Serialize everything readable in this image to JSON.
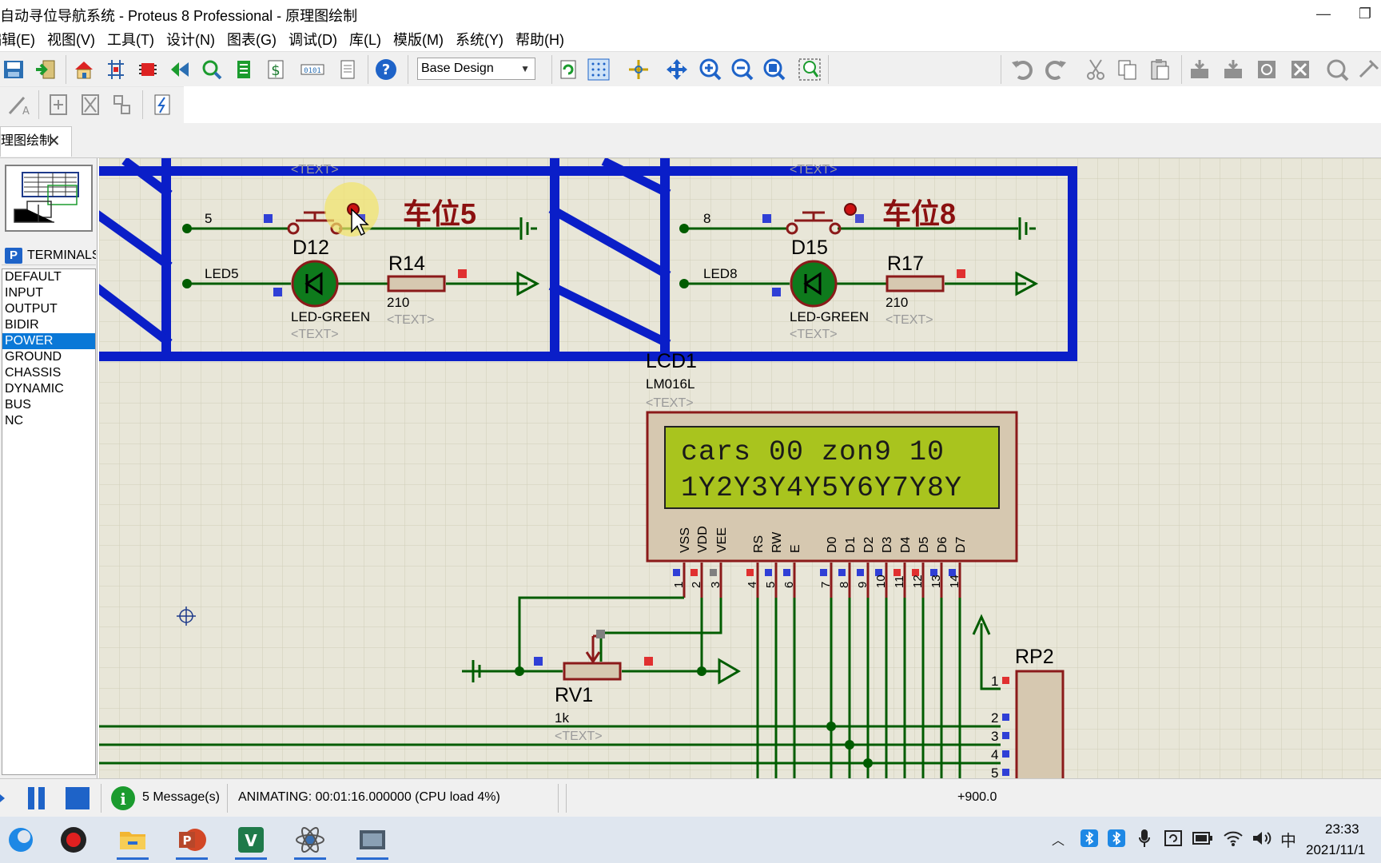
{
  "window": {
    "title": "自动寻位导航系统 - Proteus 8 Professional - 原理图绘制",
    "minimize": "—",
    "restore": "❐"
  },
  "menu": [
    "编辑(E)",
    "视图(V)",
    "工具(T)",
    "设计(N)",
    "图表(G)",
    "调试(D)",
    "库(L)",
    "模版(M)",
    "系统(Y)",
    "帮助(H)"
  ],
  "toolbar": {
    "design_select": "Base Design"
  },
  "tab": {
    "label": "原理图绘制",
    "close": "✕"
  },
  "panel": {
    "mode_badge": "P",
    "header": "TERMINALS",
    "items": [
      "DEFAULT",
      "INPUT",
      "OUTPUT",
      "BIDIR",
      "POWER",
      "GROUND",
      "CHASSIS",
      "DYNAMIC",
      "BUS",
      "NC"
    ],
    "selected": "POWER"
  },
  "schematic": {
    "text_placeholder": "<TEXT>",
    "bay5": {
      "net": "5",
      "label": "车位5",
      "led_net": "LED5",
      "diode": "D12",
      "diode_type": "LED-GREEN",
      "resistor": "R14",
      "resistor_value": "210"
    },
    "bay8": {
      "net": "8",
      "label": "车位8",
      "led_net": "LED8",
      "diode": "D15",
      "diode_type": "LED-GREEN",
      "resistor": "R17",
      "resistor_value": "210"
    },
    "lcd": {
      "ref": "LCD1",
      "type": "LM016L",
      "line1": "cars 00 zon9 10",
      "line2": "1Y2Y3Y4Y5Y6Y7Y8Y",
      "pins": [
        "VSS",
        "VDD",
        "VEE",
        "RS",
        "RW",
        "E",
        "D0",
        "D1",
        "D2",
        "D3",
        "D4",
        "D5",
        "D6",
        "D7"
      ],
      "pin_numbers": [
        "1",
        "2",
        "3",
        "4",
        "5",
        "6",
        "7",
        "8",
        "9",
        "10",
        "11",
        "12",
        "13",
        "14"
      ]
    },
    "pot": {
      "ref": "RV1",
      "value": "1k"
    },
    "rp": {
      "ref": "RP2",
      "pins": [
        "1",
        "2",
        "3",
        "4",
        "5"
      ]
    }
  },
  "status": {
    "messages": "5 Message(s)",
    "animating": "ANIMATING: 00:01:16.000000 (CPU load 4%)",
    "coord": "+900.0"
  },
  "taskbar": {
    "ime": "中",
    "time": "23:33",
    "date": "2021/11/1"
  },
  "colors": {
    "wire": "#005c00",
    "bus": "#0a1ec8",
    "component_outline": "#8b1a1a",
    "component_fill": "#d6c8b0",
    "lcd_screen": "#a9c41e",
    "canvas_bg": "#e8e6d8",
    "label_red": "#8b1010"
  }
}
